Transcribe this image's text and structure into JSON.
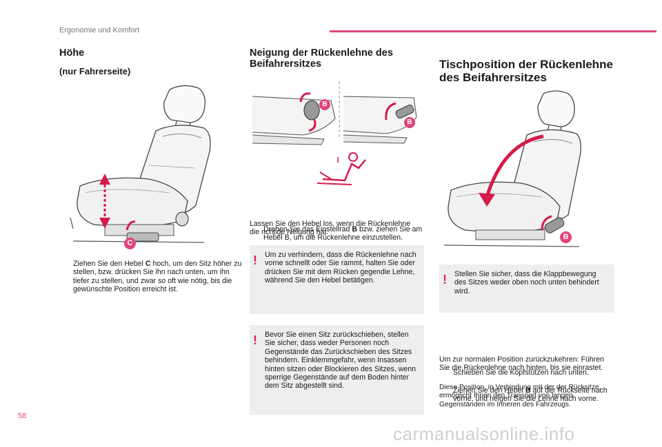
{
  "header": {
    "section_title": "Ergonomie und Komfort"
  },
  "col1": {
    "title": "Höhe",
    "subtitle": "(nur Fahrerseite)",
    "marker": "C",
    "bullet_symbol": "",
    "instruction_pre": "Ziehen Sie den Hebel ",
    "instruction_bold": "C",
    "instruction_post": " hoch, um den Sitz höher zu stellen, bzw. drücken Sie ihn nach unten, um ihn tiefer zu stellen, und zwar so oft wie nötig, bis die gewünschte Position erreicht ist."
  },
  "col2": {
    "title_line1": "Neigung der Rückenlehne des",
    "title_line2": "Beifahrersitzes",
    "marker_left": "B",
    "marker_right": "B",
    "bullet_symbol": "",
    "instruction_pre": "Drehen Sie das Einstellrad ",
    "instruction_bold": "B",
    "instruction_post": " bzw. ziehen Sie am Hebel B, um die Rückenlehne einzustellen.",
    "release_text": "Lassen Sie den Hebel los, wenn die Rückenlehne die richtige Neigung hat.",
    "warning1": "Um zu verhindern, dass die Rückenlehne nach vorne schnellt oder Sie rammt, halten Sie oder drücken Sie mit dem Rücken gegendie Lehne, während Sie den Hebel betätigen.",
    "warning2": "Bevor Sie einen Sitz zurückschieben, stellen Sie sicher, dass weder Personen noch Gegenstände das Zurückschieben des Sitzes behindern. Einklemmgefahr, wenn Insassen hinten sitzen oder Blockieren des Sitzes, wenn sperrige Gegenstände auf dem Boden hinter dem Sitz abgestellt sind.",
    "warning_symbol": "!"
  },
  "col3": {
    "title_line1": "Tischposition der Rückenlehne",
    "title_line2": "des Beifahrersitzes",
    "marker": "B",
    "warning": "Stellen Sie sicher, dass die Klappbewegung des Sitzes weder oben noch unten behindert wird.",
    "warning_symbol": "!",
    "bullet_symbol": "",
    "step1": "Schieben Sie die Kopfstützen nach unten.",
    "step2_pre": "Ziehen Sie den Hebel ",
    "step2_bold": "B",
    "step2_post": " auf der Rückseite nach vorne, und neigen Sie die Lehne nach vorne.",
    "restore_text": "Um zur normalen Position zurückzukehren: Führen Sie die Rückenlehne nach hinten, bis sie einrastet.",
    "note_text": "Diese Position, in Verbindung mit der der Rücksitze, ermöglicht Ihnen den Transport von langen Gegenständen im Inneren des Fahrzeugs."
  },
  "footer": {
    "page_number": "58",
    "watermark": "carmanualsonline.info"
  }
}
